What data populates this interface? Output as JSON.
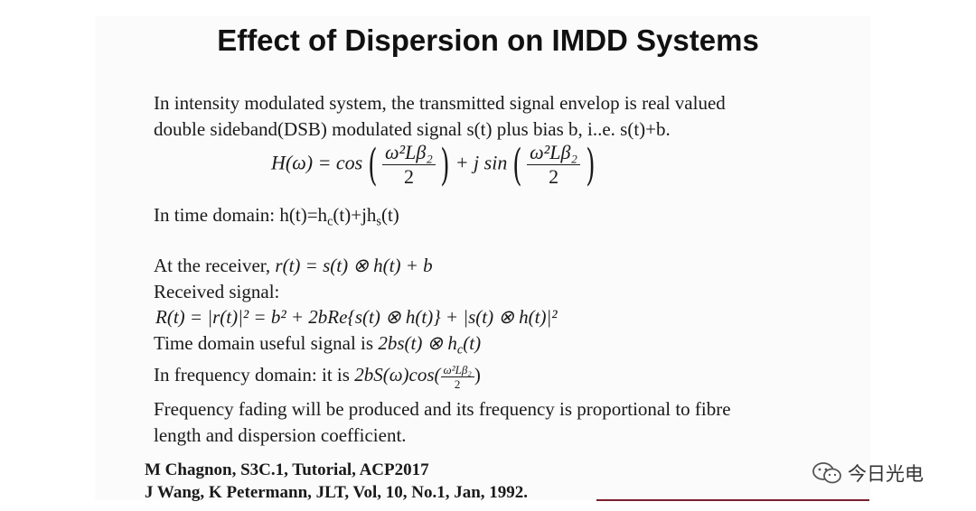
{
  "title": "Effect of Dispersion on IMDD Systems",
  "intro_line1": "In intensity modulated system, the transmitted signal envelop is real valued",
  "intro_line2": "double sideband(DSB) modulated signal s(t) plus bias b, i..e. s(t)+b.",
  "formula_H": {
    "lhs": "H(ω) = cos",
    "frac_num": "ω²Lβ₂",
    "frac_den": "2",
    "mid": "+ j sin"
  },
  "time_domain": {
    "prefix": "In time domain: h(t)=h",
    "sub_c": "c",
    "mid": "(t)+jh",
    "sub_s": "s",
    "suffix": "(t)"
  },
  "receiver": {
    "prefix": "At the receiver, ",
    "eq": "r(t) = s(t) ⊗ h(t) + b"
  },
  "received_label": "Received signal:",
  "received_eq": "R(t) = |r(t)|² = b² + 2bRe{s(t) ⊗ h(t)} + |s(t) ⊗ h(t)|²",
  "useful": {
    "prefix": "Time domain useful signal is ",
    "eq": "2bs(t) ⊗ h",
    "sub": "c",
    "suffix": "(t)"
  },
  "frequency": {
    "prefix": "In frequency domain: it is ",
    "eq": "2bS(ω)cos(",
    "frac_num": "ω²Lβ₂",
    "frac_den": "2",
    "suffix": ")"
  },
  "fading_line1": "Frequency fading will be produced and its frequency is proportional to fibre",
  "fading_line2": "length and dispersion coefficient.",
  "references": [
    "M Chagnon, S3C.1, Tutorial, ACP2017",
    "J Wang, K Petermann, JLT, Vol, 10, No.1, Jan, 1992."
  ],
  "watermark": "今日光电",
  "colors": {
    "reference_underline": "#7a1e2e"
  }
}
